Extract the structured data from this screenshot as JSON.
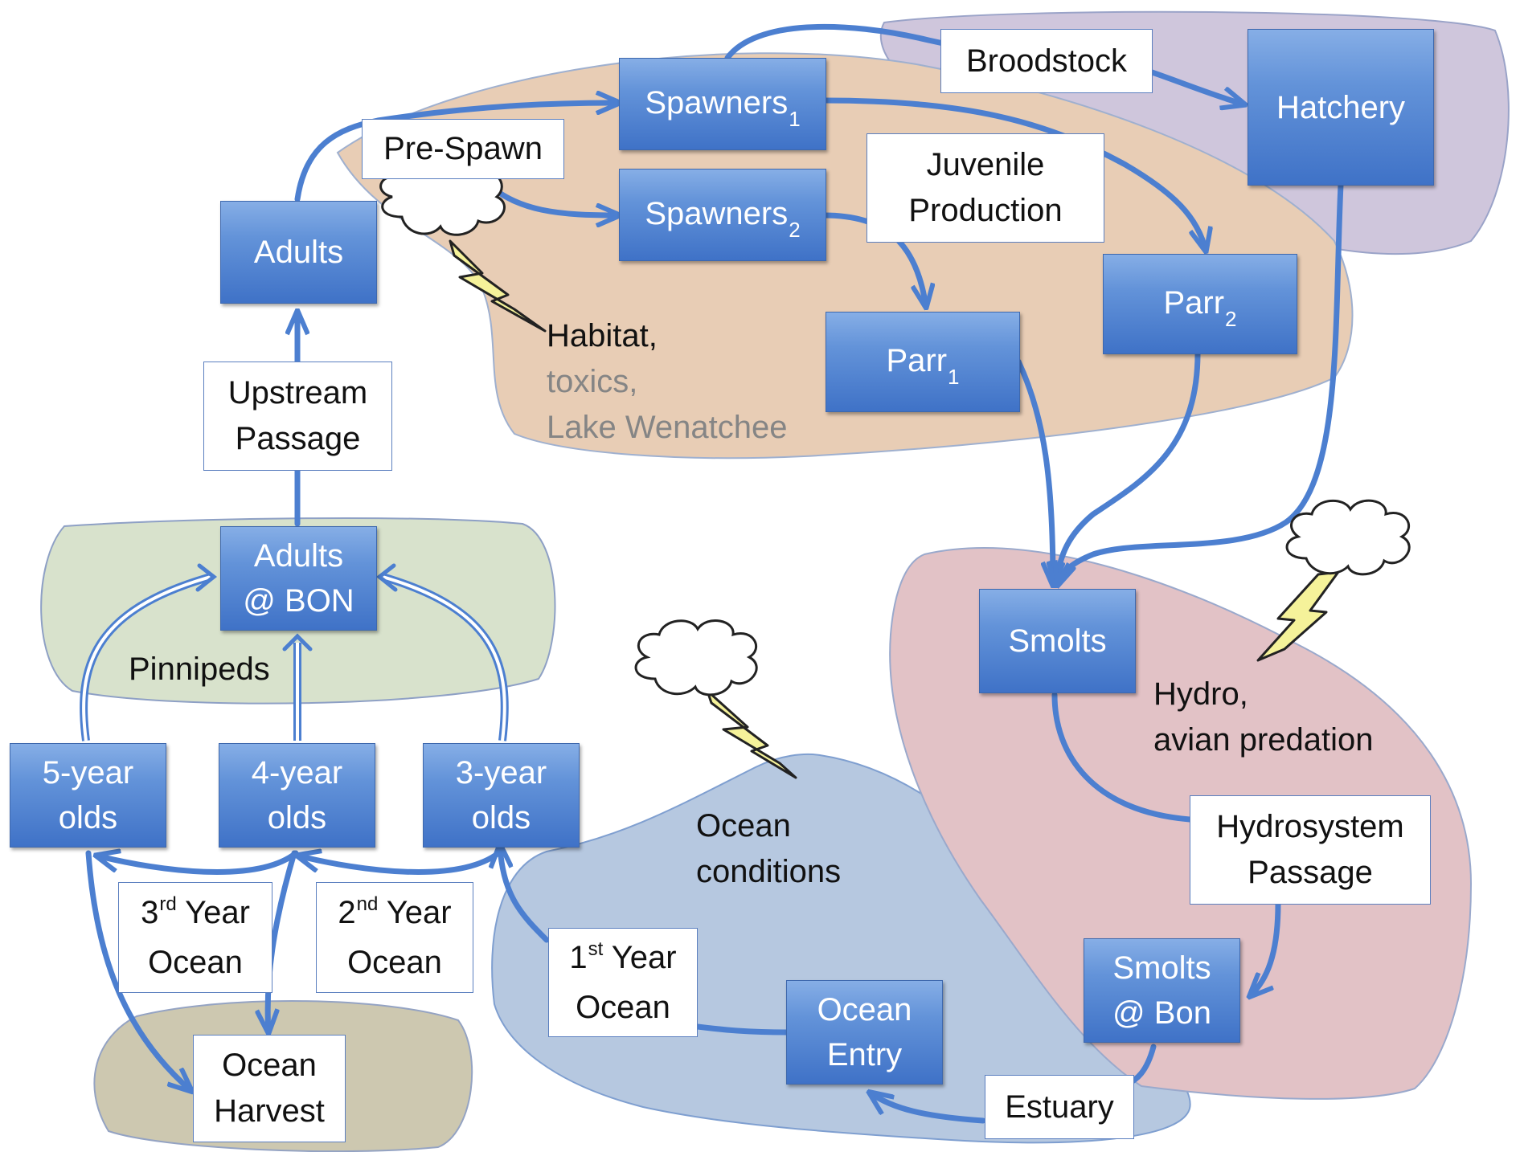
{
  "nodes": {
    "adults": "Adults",
    "adults_bon_1": "Adults",
    "adults_bon_2": "@ BON",
    "spawners1": "Spawners",
    "spawners1_sub": "1",
    "spawners2": "Spawners",
    "spawners2_sub": "2",
    "hatchery": "Hatchery",
    "parr1": "Parr",
    "parr1_sub": "1",
    "parr2": "Parr",
    "parr2_sub": "2",
    "smolts": "Smolts",
    "smolts_bon_1": "Smolts",
    "smolts_bon_2": "@ Bon",
    "ocean_entry_1": "Ocean",
    "ocean_entry_2": "Entry",
    "age5_1": "5-year",
    "age5_2": "olds",
    "age4_1": "4-year",
    "age4_2": "olds",
    "age3_1": "3-year",
    "age3_2": "olds"
  },
  "transitions": {
    "broodstock": "Broodstock",
    "pre_spawn": "Pre-Spawn",
    "juvenile_1": "Juvenile",
    "juvenile_2": "Production",
    "upstream_1": "Upstream",
    "upstream_2": "Passage",
    "hydrosystem_1": "Hydrosystem",
    "hydrosystem_2": "Passage",
    "estuary": "Estuary",
    "ocean_harvest_1": "Ocean",
    "ocean_harvest_2": "Harvest",
    "year3_num": "3",
    "year3_sup": "rd",
    "year3_word": " Year",
    "year3_ocean": "Ocean",
    "year2_num": "2",
    "year2_sup": "nd",
    "year2_word": " Year",
    "year2_ocean": "Ocean",
    "year1_num": "1",
    "year1_sup": "st",
    "year1_word": " Year",
    "year1_ocean": "Ocean"
  },
  "factors": {
    "habitat_1": "Habitat,",
    "habitat_2": "toxics,",
    "habitat_3": "Lake Wenatchee",
    "pinnipeds": "Pinnipeds",
    "hydro_1": "Hydro,",
    "hydro_2": "avian predation",
    "ocean_cond_1": "Ocean",
    "ocean_cond_2": "conditions"
  },
  "colors": {
    "box_blue": "#4f82cf",
    "arrow_blue": "#4c7fd0",
    "freshwater_region": "#e8cdb5",
    "hatchery_region": "#cfc6dc",
    "mainstem_region": "#d8e2cc",
    "harvest_region": "#cdc8b0",
    "hydro_region": "#e2c2c6",
    "ocean_region": "#b6c8e0",
    "lightning": "#f5f29a"
  }
}
